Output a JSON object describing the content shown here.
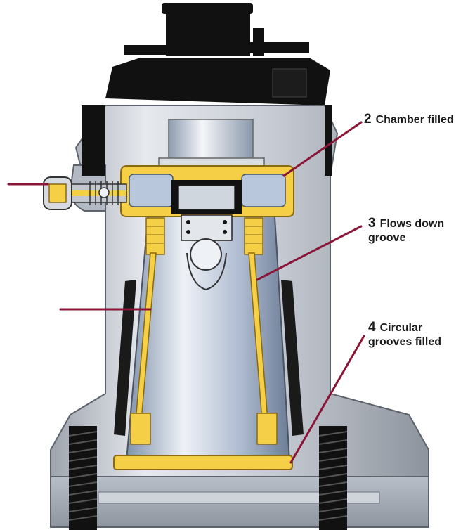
{
  "diagram": {
    "callouts": [
      {
        "number": "2",
        "label": "Chamber filled",
        "label_line2": ""
      },
      {
        "number": "3",
        "label": "Flows down",
        "label_line2": "groove"
      },
      {
        "number": "4",
        "label": "Circular",
        "label_line2": "grooves filled"
      }
    ]
  },
  "colors": {
    "housing": "#c9cdd4",
    "cap": "#111111",
    "grease": "#f5cf45",
    "grease_outline": "#8a6a10",
    "plug": "#b8c7dc",
    "leader": "#8b1537"
  }
}
